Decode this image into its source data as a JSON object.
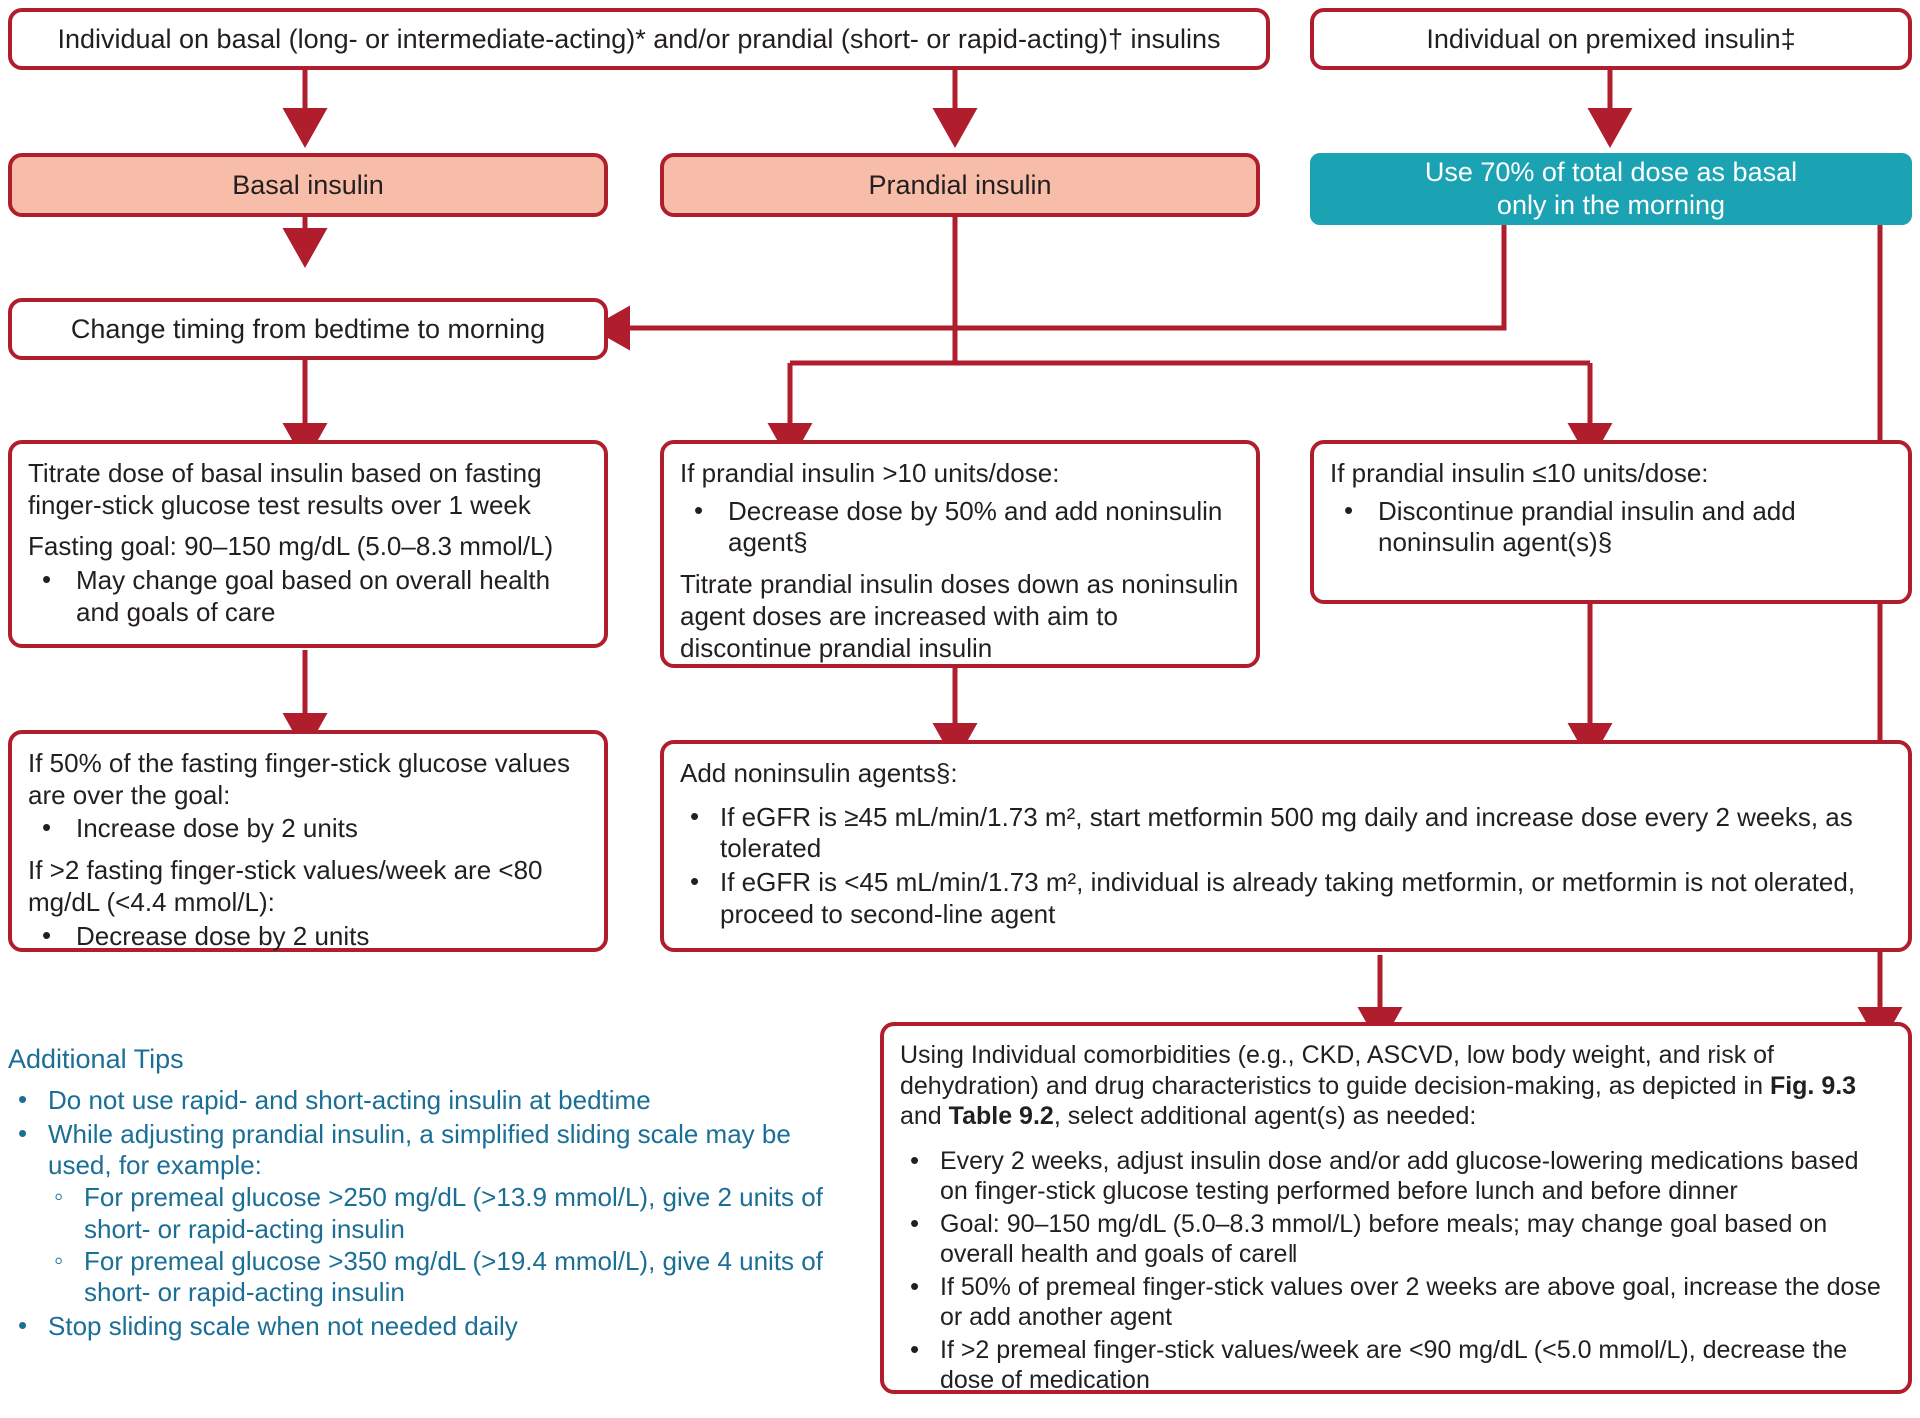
{
  "colors": {
    "border_red": "#b01e2e",
    "salmon_fill": "#f8bda9",
    "teal_fill": "#1ba3b4",
    "tips_blue": "#1b6e96",
    "text_dark": "#231f20"
  },
  "nodes": {
    "start_basal_prandial": {
      "text": "Individual on basal (long- or intermediate-acting)* and/or prandial (short- or rapid-acting)† insulins"
    },
    "start_premixed": {
      "text": "Individual on premixed insulin‡"
    },
    "basal_insulin": {
      "text": "Basal insulin"
    },
    "prandial_insulin": {
      "text": "Prandial insulin"
    },
    "use_70_percent": {
      "line1": "Use 70% of total dose as basal",
      "line2": "only in the morning"
    },
    "change_timing": {
      "text": "Change timing from bedtime to morning"
    },
    "titrate_basal": {
      "para1": "Titrate dose of basal insulin based on fasting finger-stick glucose test results over 1 week",
      "para2": "Fasting goal: 90–150 mg/dL (5.0–8.3  mmol/L)",
      "bullets": [
        "May change goal based on overall health and goals of care"
      ]
    },
    "fasting_adjust": {
      "para1": "If 50% of the fasting finger-stick glucose values are over the goal:",
      "bullets1": [
        "Increase dose by 2 units"
      ],
      "para2": "If >2 fasting finger-stick values/week are <80 mg/dL (<4.4 mmol/L):",
      "bullets2": [
        "Decrease dose by 2 units"
      ]
    },
    "prandial_gt10": {
      "para1": "If prandial insulin >10 units/dose:",
      "bullets1": [
        "Decrease dose by 50% and add noninsulin agent§"
      ],
      "para2": "Titrate prandial insulin doses down as noninsulin agent doses are increased with  aim to discontinue prandial insulin"
    },
    "prandial_le10": {
      "para1": "If prandial insulin ≤10 units/dose:",
      "bullets1": [
        "Discontinue prandial insulin and  add noninsulin agent(s)§"
      ]
    },
    "add_noninsulin": {
      "para1": "Add noninsulin agents§:",
      "bullets": [
        "If eGFR is ≥45 mL/min/1.73 m², start metformin 500 mg daily and increase dose every 2 weeks, as tolerated",
        "If eGFR is <45 mL/min/1.73 m², individual is already taking metformin, or metformin is not olerated,  proceed to second-line agent"
      ]
    },
    "comorbidities": {
      "intro_a": "Using Individual comorbidities (e.g., CKD, ASCVD, low body weight, and risk of dehydration) and drug characteristics to guide decision-making, as depicted in ",
      "intro_fig": "Fig. 9.3",
      "intro_and": " and ",
      "intro_table": "Table 9.2",
      "intro_b": ", select additional agent(s) as needed:",
      "bullets": [
        "Every 2 weeks, adjust insulin dose and/or add glucose-lowering medications based on finger-stick glucose testing performed before lunch and before dinner",
        "Goal: 90–150 mg/dL (5.0–8.3 mmol/L) before meals; may change goal based on overall health and goals of care‖",
        "If 50% of premeal finger-stick values over 2 weeks are above goal, increase the dose or add another agent",
        "If >2 premeal finger-stick values/week are <90 mg/dL (<5.0 mmol/L), decrease the dose of medication"
      ]
    }
  },
  "tips": {
    "title": "Additional Tips",
    "items": [
      {
        "text": "Do not use rapid- and short-acting insulin at bedtime",
        "sub": []
      },
      {
        "text": "While adjusting prandial insulin, a simplified sliding scale may be used, for example:",
        "sub": [
          "For premeal glucose >250 mg/dL (>13.9 mmol/L), give 2 units of short- or rapid-acting insulin",
          "For premeal glucose >350 mg/dL (>19.4 mmol/L), give 4 units of short- or rapid-acting insulin"
        ]
      },
      {
        "text": "Stop sliding scale when not needed daily",
        "sub": []
      }
    ]
  }
}
